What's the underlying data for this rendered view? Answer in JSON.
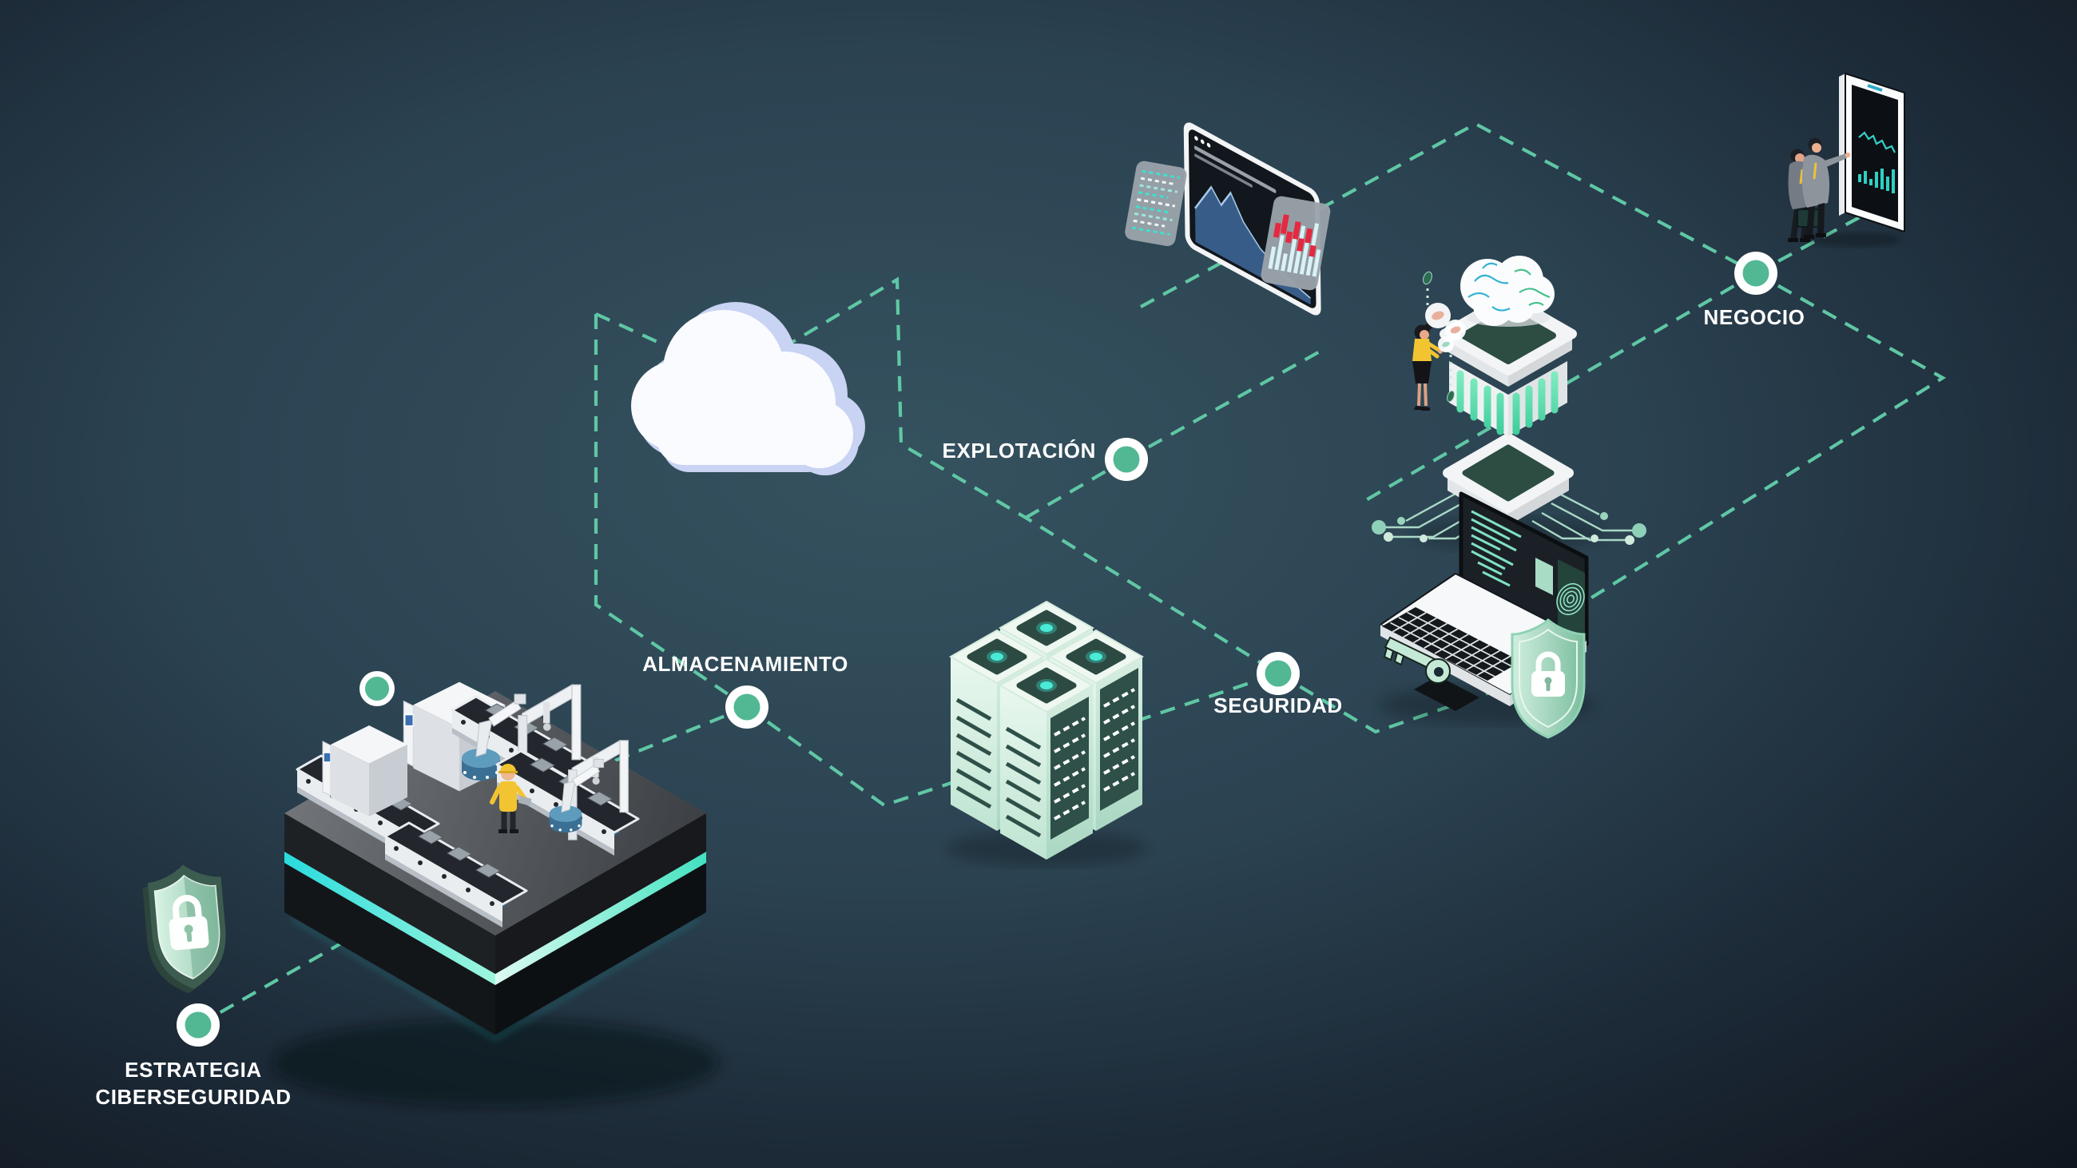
{
  "diagram": {
    "nodes": [
      {
        "id": "estrategia-ciberseguridad",
        "label_line1": "ESTRATEGIA",
        "label_line2": "CIBERSEGURIDAD"
      },
      {
        "id": "almacenamiento",
        "label": "ALMACENAMIENTO"
      },
      {
        "id": "explotacion",
        "label": "EXPLOTACIÓN"
      },
      {
        "id": "seguridad",
        "label": "SEGURIDAD"
      },
      {
        "id": "negocio",
        "label": "NEGOCIO"
      }
    ],
    "illustrations": [
      {
        "name": "cybersecurity-shield-lock-icon"
      },
      {
        "name": "smart-factory-platform-icon"
      },
      {
        "name": "cloud-icon"
      },
      {
        "name": "server-racks-icon"
      },
      {
        "name": "analytics-browser-icon"
      },
      {
        "name": "ai-brain-server-icon"
      },
      {
        "name": "secure-laptop-fingerprint-icon"
      },
      {
        "name": "business-mobile-presentation-icon"
      }
    ],
    "colors": {
      "background_center": "#33505f",
      "background_edge": "#10151d",
      "dashed_line": "#5fc7a4",
      "node_fill": "#52b894",
      "node_ring": "#ffffff",
      "label_text": "#ffffff",
      "glow_cyan": "#3fe0d5",
      "mint": "#bfe8d2",
      "lavender": "#c9d3f3"
    }
  }
}
